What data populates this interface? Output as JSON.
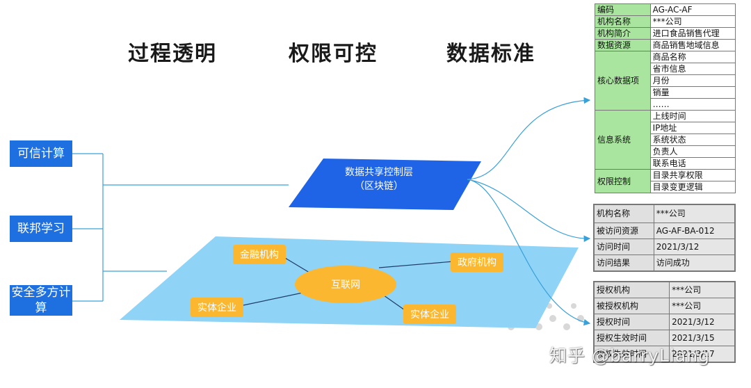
{
  "headings": [
    "过程透明",
    "权限可控",
    "数据标准"
  ],
  "capabilities": [
    "可信计算",
    "联邦学习",
    "安全多方计算"
  ],
  "control_layer": {
    "line1": "数据共享控制层",
    "line2": "（区块链）"
  },
  "network": {
    "hub": "互联网",
    "nodes": [
      "金融机构",
      "政府机构",
      "实体企业",
      "实体企业"
    ]
  },
  "catalog_table": {
    "code": {
      "key": "编码",
      "value": "AG-AC-AF"
    },
    "org_name": {
      "key": "机构名称",
      "value": "***公司"
    },
    "org_intro": {
      "key": "机构简介",
      "value": "进口食品销售代理"
    },
    "data_resource": {
      "key": "数据资源",
      "value": "商品销售地域信息"
    },
    "core_items": {
      "key": "核心数据项",
      "values": [
        "商品名称",
        "省市信息",
        "月份",
        "销量",
        "……"
      ]
    },
    "info_system": {
      "key": "信息系统",
      "values": [
        "上线时间",
        "IP地址",
        "系统状态",
        "负责人",
        "联系电话"
      ]
    },
    "permission": {
      "key": "权限控制",
      "values": [
        "目录共享权限",
        "目录变更逻辑"
      ]
    }
  },
  "access_table": [
    {
      "key": "机构名称",
      "value": "***公司"
    },
    {
      "key": "被访问资源",
      "value": "AG-AF-BA-012"
    },
    {
      "key": "访问时间",
      "value": "2021/3/12"
    },
    {
      "key": "访问结果",
      "value": "访问成功"
    }
  ],
  "auth_table": [
    {
      "key": "授权机构",
      "value": "***公司"
    },
    {
      "key": "被授权机构",
      "value": "***公司"
    },
    {
      "key": "授权时间",
      "value": "2021/3/12"
    },
    {
      "key": "授权生效时间",
      "value": "2021/3/15"
    },
    {
      "key": "授权失效时间",
      "value": "2021/3/17"
    }
  ],
  "watermark": "知乎 @barryLiang",
  "colors": {
    "accent_blue": "#1e6fe0",
    "light_blue": "#8fd3f7",
    "node_orange": "#fbb72f",
    "table_green": "#a9e59f"
  }
}
